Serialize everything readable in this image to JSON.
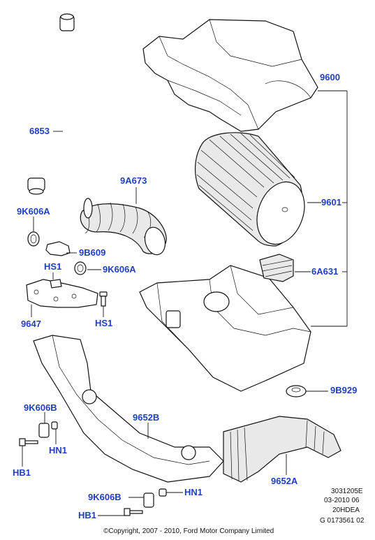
{
  "labels": {
    "p9600": "9600",
    "p6853": "6853",
    "p9A673": "9A673",
    "p9601": "9601",
    "p9K606A_1": "9K606A",
    "p9B609": "9B609",
    "pHS1_1": "HS1",
    "p9K606A_2": "9K606A",
    "p6A631": "6A631",
    "p9647": "9647",
    "pHS1_2": "HS1",
    "p9B929": "9B929",
    "p9K606B_1": "9K606B",
    "p9652B": "9652B",
    "pHN1_1": "HN1",
    "pHB1_1": "HB1",
    "p9652A": "9652A",
    "p9K606B_2": "9K606B",
    "pHN1_2": "HN1",
    "pHB1_2": "HB1"
  },
  "meta": {
    "ref1": "3031205E",
    "ref2": "03-2010 06",
    "ref3": "20HDEA",
    "ref4": "G 0173561 02",
    "copyright": "©Copyright, 2007 - 2010, Ford Motor Company Limited"
  },
  "colors": {
    "label": "#1f3fbf",
    "line": "#111111"
  }
}
